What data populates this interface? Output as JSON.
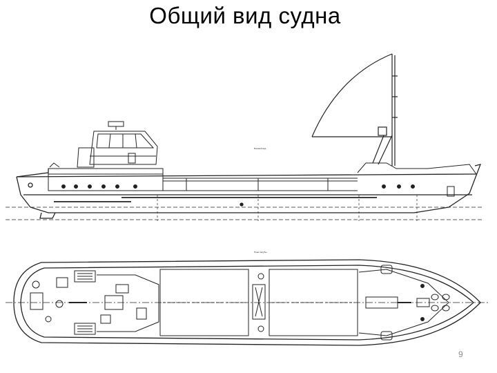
{
  "slide": {
    "title": "Общий вид судна",
    "page_number": "9"
  },
  "drawing": {
    "side_view_label": "Боковой вид",
    "plan_view_label": "План палубы"
  }
}
